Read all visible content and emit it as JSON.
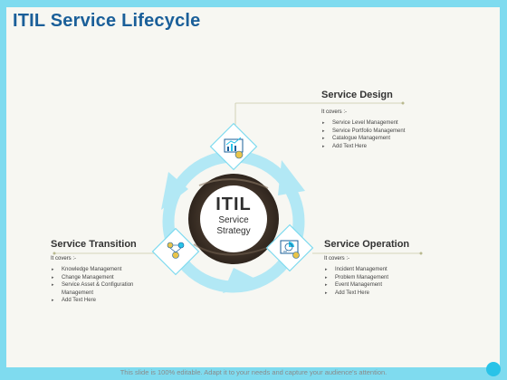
{
  "title": "ITIL Service Lifecycle",
  "center": {
    "main": "ITIL",
    "sub1": "Service",
    "sub2": "Strategy"
  },
  "design": {
    "heading": "Service Design",
    "covers": "It covers :-",
    "items": [
      "Service Level Management",
      "Service Portfolio Management",
      "Catalogue Management",
      "Add Text Here"
    ]
  },
  "transition": {
    "heading": "Service Transition",
    "covers": "It covers :-",
    "items": [
      "Knowledge Management",
      "Change Management",
      "Service Asset & Configuration Management",
      "Add Text Here"
    ]
  },
  "operation": {
    "heading": "Service Operation",
    "covers": "It covers :-",
    "items": [
      "Incident Management",
      "Problem Management",
      "Event Management",
      "Add Text Here"
    ]
  },
  "footer": "This slide is 100% editable. Adapt it to your needs and capture your audience's attention.",
  "colors": {
    "accent": "#1a5f99",
    "arrow": "#b2e8f5",
    "border": "#7fdbef",
    "corner": "#29c3e8"
  },
  "icons": [
    "chart-growth-icon",
    "dashboard-icon",
    "people-network-icon"
  ]
}
